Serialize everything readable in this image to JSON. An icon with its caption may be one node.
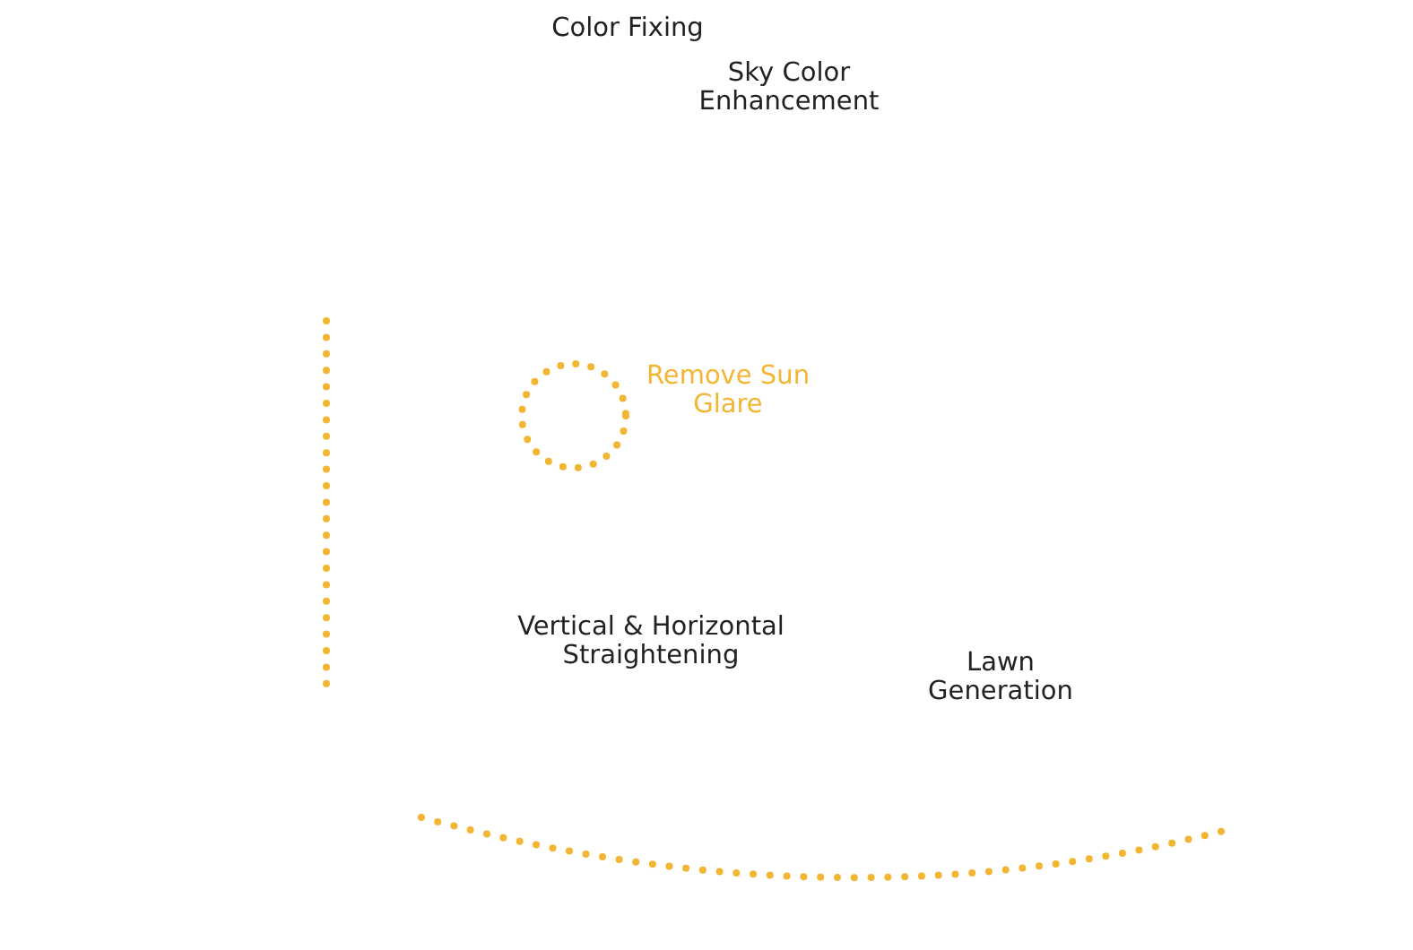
{
  "diagram": {
    "labels": [
      "Color Fixing",
      "Sky Color Enhancement",
      "Remove Sun Glare",
      "Vertical & Horizontal Straightening",
      "Lawn Generation"
    ]
  }
}
